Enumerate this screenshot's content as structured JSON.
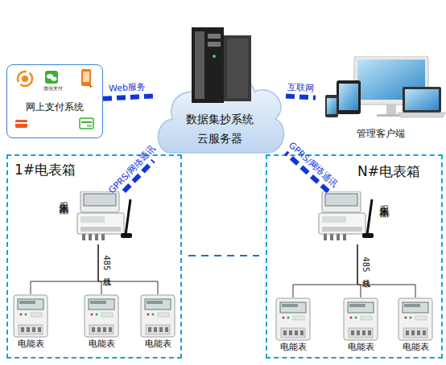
{
  "diagram": {
    "nodes": [
      {
        "text": [
          "网上支付系统"
        ]
      },
      {
        "text": [
          "数据集抄系统",
          "云服务器"
        ]
      },
      {
        "text": [
          "管理客户端"
        ]
      },
      {
        "text": [
          "1#电表箱"
        ]
      },
      {
        "text": [
          "采集器"
        ],
        "in": 3
      },
      {
        "text": [
          "电能表"
        ],
        "in": 3
      },
      {
        "text": [
          "电能表"
        ],
        "in": 3
      },
      {
        "text": [
          "电能表"
        ],
        "in": 3
      },
      {
        "text": [
          "N#电表箱"
        ]
      },
      {
        "text": [
          "采集器"
        ],
        "in": 8
      },
      {
        "text": [
          "电能表"
        ],
        "in": 8
      },
      {
        "text": [
          "电能表"
        ],
        "in": 8
      },
      {
        "text": [
          "电能表"
        ],
        "in": 8
      }
    ],
    "edges": [
      {
        "from": 0,
        "to": 1,
        "label": "Web服务",
        "arrow": "none"
      },
      {
        "from": 1,
        "to": 2,
        "label": "互联网",
        "arrow": "none"
      },
      {
        "from": 4,
        "to": 1,
        "label": "GPRS/网络通讯",
        "arrow": "none"
      },
      {
        "from": 9,
        "to": 1,
        "label": "GPRS/网络通讯",
        "arrow": "none"
      },
      {
        "from": 4,
        "to": 5,
        "arrow": "none"
      },
      {
        "from": 4,
        "to": 6,
        "label": "485总线",
        "arrow": "none"
      },
      {
        "from": 4,
        "to": 7,
        "arrow": "none"
      },
      {
        "from": 9,
        "to": 10,
        "arrow": "none"
      },
      {
        "from": 9,
        "to": 11,
        "label": "485总线",
        "arrow": "none"
      },
      {
        "from": 9,
        "to": 12,
        "arrow": "none"
      }
    ],
    "labels": [
      "微信支付"
    ]
  }
}
